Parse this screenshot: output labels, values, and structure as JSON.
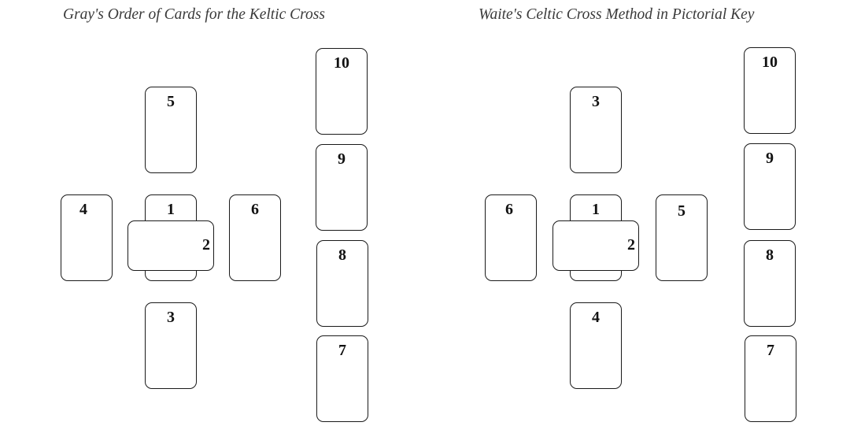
{
  "left": {
    "title": "Gray's Order of Cards for the Keltic Cross",
    "cards": {
      "c1": "1",
      "c2": "2",
      "c3": "3",
      "c4": "4",
      "c5": "5",
      "c6": "6",
      "c7": "7",
      "c8": "8",
      "c9": "9",
      "c10": "10"
    }
  },
  "right": {
    "title": "Waite's Celtic Cross Method in Pictorial Key",
    "cards": {
      "c1": "1",
      "c2": "2",
      "c3": "3",
      "c4": "4",
      "c5": "5",
      "c6": "6",
      "c7": "7",
      "c8": "8",
      "c9": "9",
      "c10": "10"
    }
  }
}
